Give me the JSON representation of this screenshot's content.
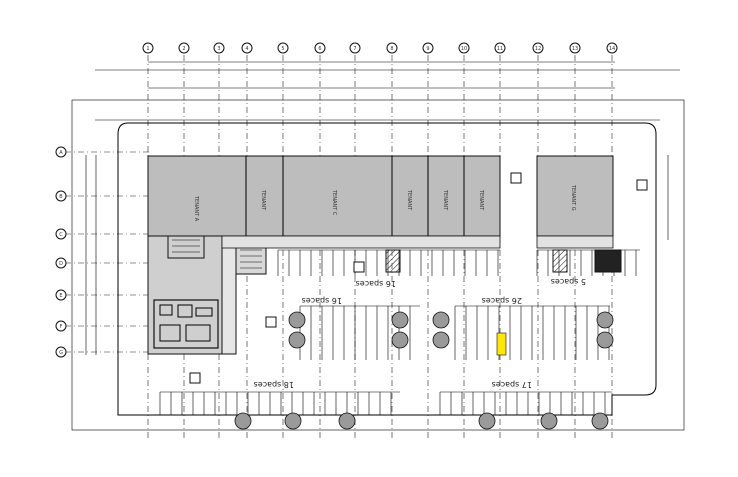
{
  "plan": {
    "sheet_title": "",
    "column_grid": [
      "1",
      "2",
      "3",
      "4",
      "5",
      "6",
      "7",
      "8",
      "9",
      "10",
      "11",
      "12",
      "13",
      "14"
    ],
    "row_grid": [
      "A",
      "B",
      "C",
      "D",
      "E",
      "F",
      "G"
    ],
    "parking_labels": [
      {
        "id": "top-left",
        "text": "16 spaces"
      },
      {
        "id": "top-center",
        "text": "16 spaces"
      },
      {
        "id": "top-right",
        "text": "26 spaces"
      },
      {
        "id": "right-corner",
        "text": "5 spaces"
      },
      {
        "id": "bottom-left",
        "text": "18 spaces"
      },
      {
        "id": "bottom-right",
        "text": "17 spaces"
      }
    ],
    "colors": {
      "building_fill": "#bdbdbd",
      "accent_space": "#ffe600",
      "line": "#000000"
    }
  }
}
